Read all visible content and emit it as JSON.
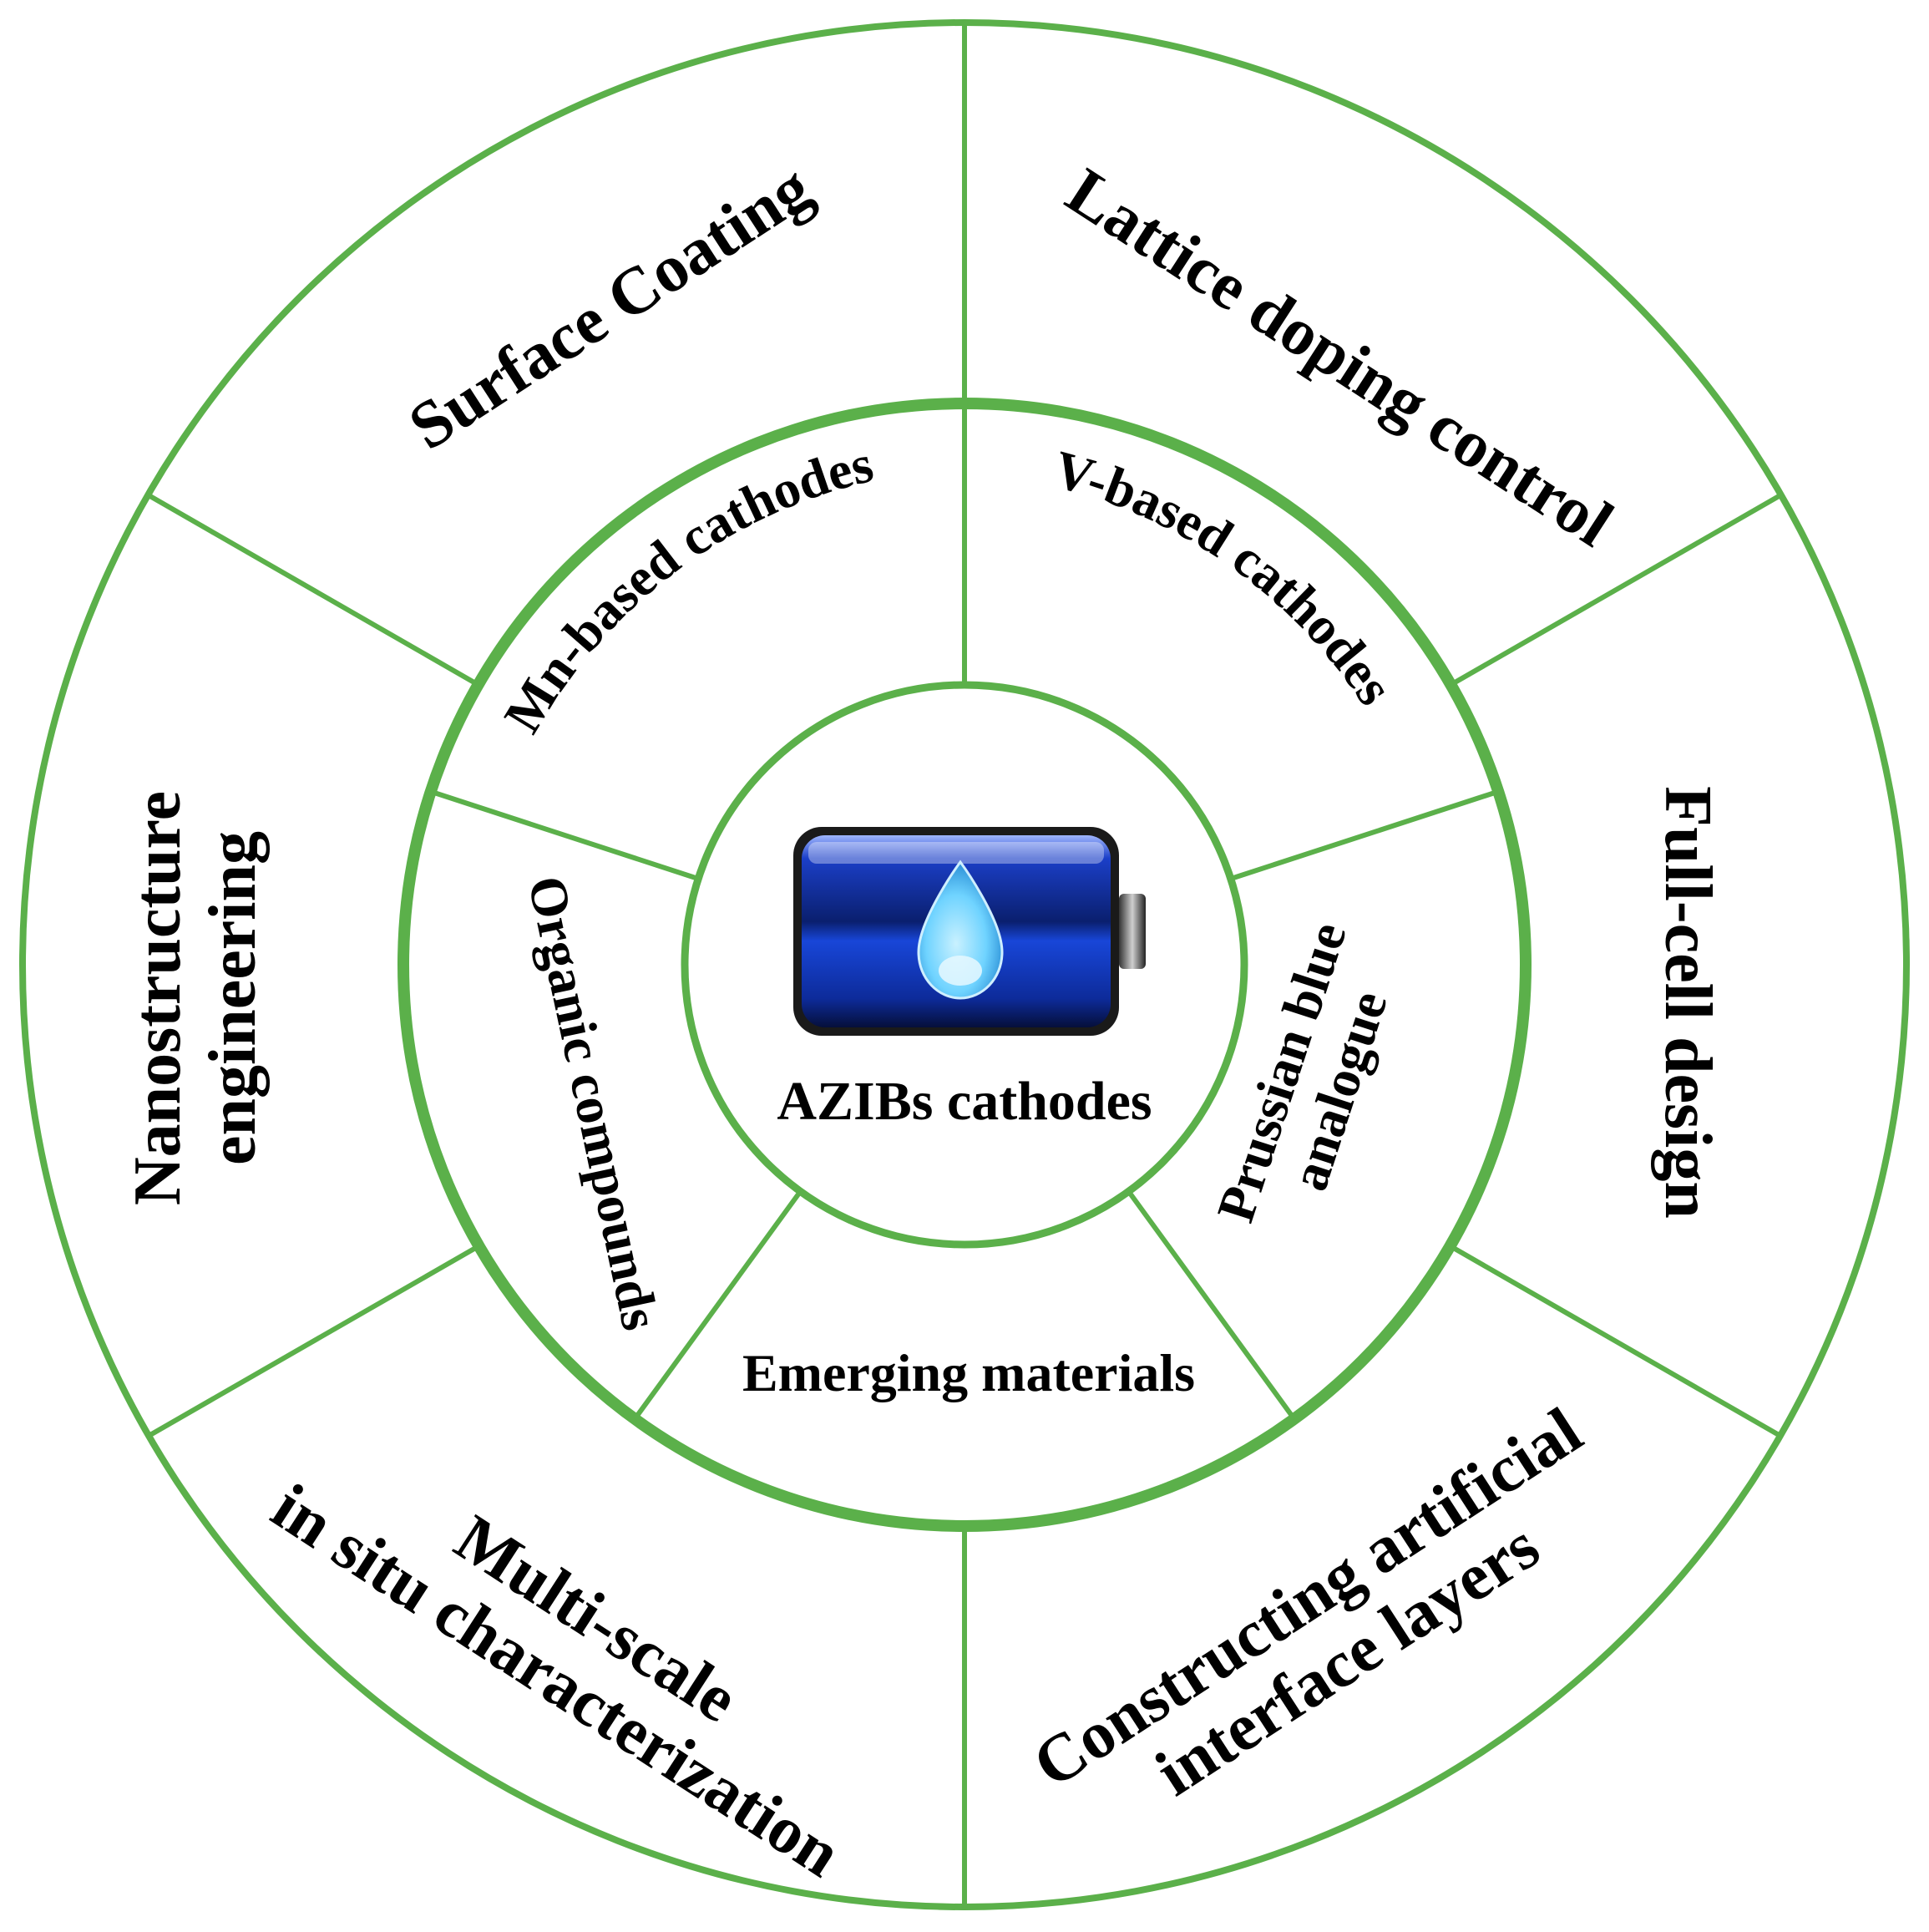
{
  "center": {
    "label": "AZIBs cathodes",
    "icon": "battery-water-drop-icon",
    "colors": {
      "battery_dark": "#0a1f6e",
      "battery_mid": "#1846d8",
      "drop": "#6fd3ff"
    }
  },
  "inner_ring": [
    {
      "label": "Mn-based cathodes"
    },
    {
      "label": "V-based cathodes"
    },
    {
      "label": "Prussian blue",
      "label2": "analogue"
    },
    {
      "label": "Emerging materials"
    },
    {
      "label": "Organic compounds"
    }
  ],
  "outer_ring": [
    {
      "label": "Surface Coating"
    },
    {
      "label": "Lattice doping control"
    },
    {
      "label": "Full-cell design"
    },
    {
      "label": "Constructing artificial",
      "label2": "interface layers"
    },
    {
      "label": "Multi-scale",
      "label2": "in situ characterization"
    },
    {
      "label": "Nanostructure",
      "label2": "engineering"
    }
  ],
  "colors": {
    "ring_stroke": "#5bb04a",
    "text": "#000000",
    "background": "#ffffff"
  }
}
